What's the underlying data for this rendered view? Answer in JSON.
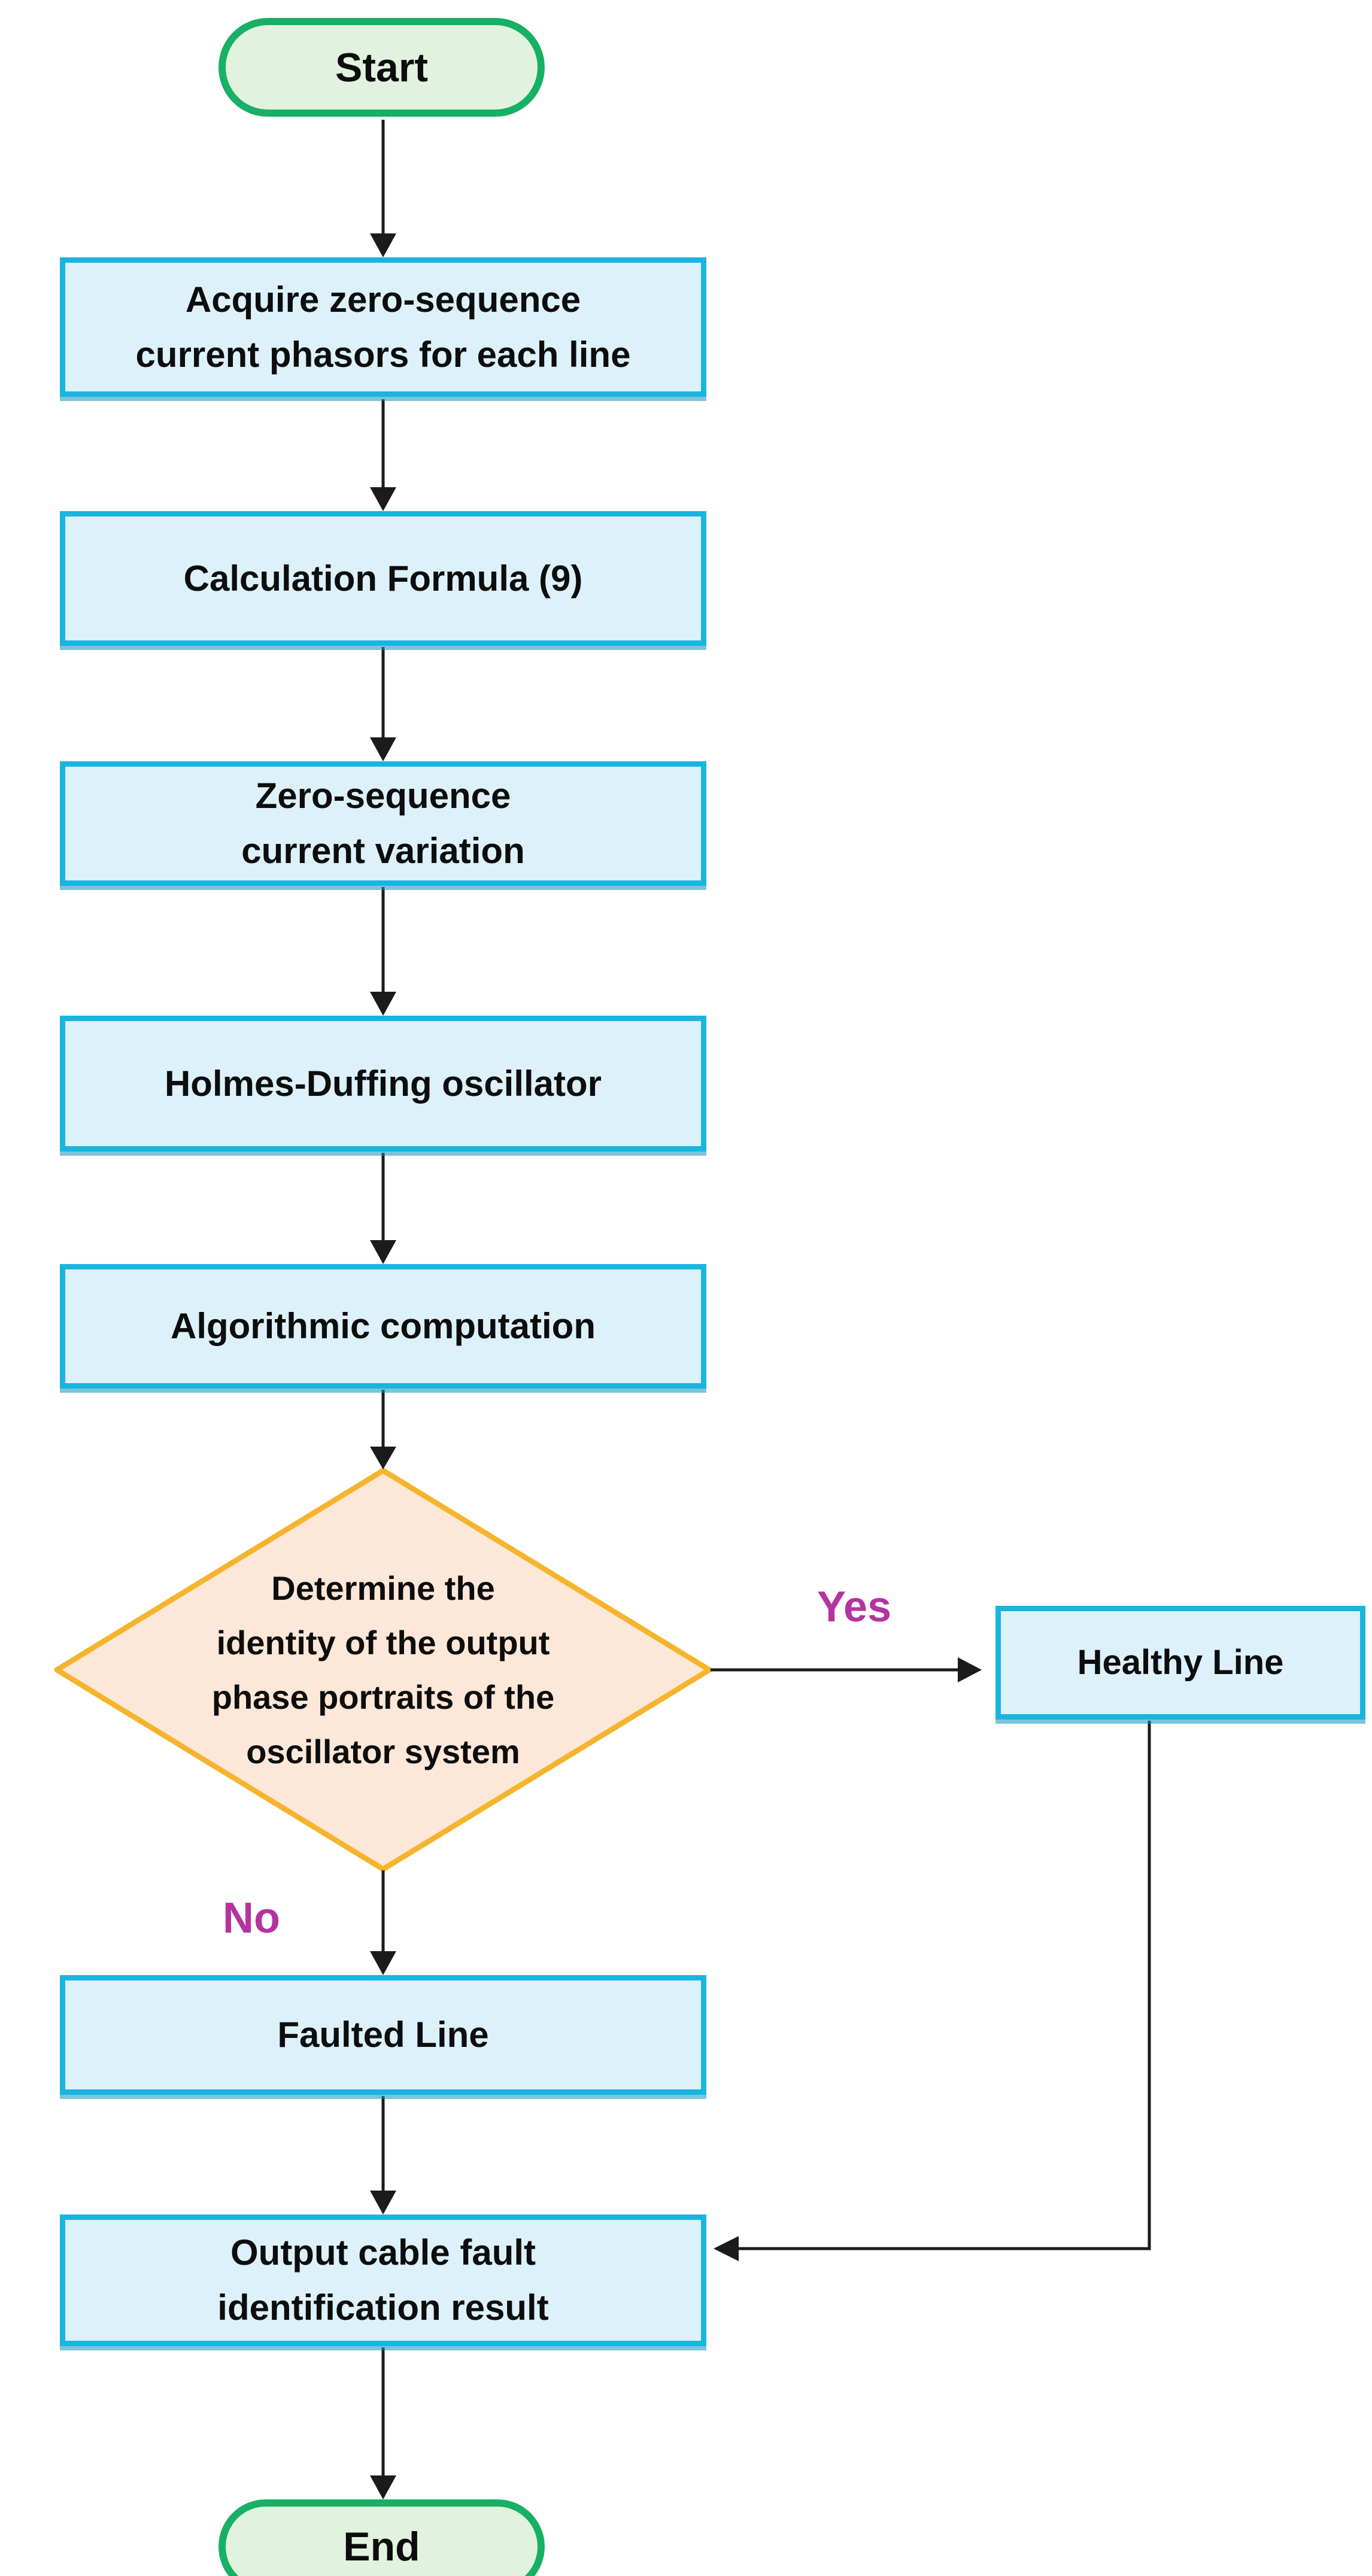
{
  "colors": {
    "process-border": "#19b5df",
    "process-fill": "#ddf1fa",
    "terminal-border": "#17b065",
    "terminal-fill": "#e1f3de",
    "decision-border": "#f5b42c",
    "decision-fill": "#fce7d8",
    "label": "#b5339f",
    "arrow": "#1b1b1b",
    "text": "#0d0d0d",
    "bg": "#ffffff"
  },
  "flowchart": {
    "start": "Start",
    "acquire": {
      "line1": "Acquire zero-sequence",
      "line2": "current phasors for each line"
    },
    "formula": "Calculation Formula (9)",
    "variation": {
      "line1": "Zero-sequence",
      "line2": "current variation"
    },
    "oscillator": "Holmes-Duffing oscillator",
    "computation": "Algorithmic computation",
    "decision": {
      "line1": "Determine the",
      "line2": "identity of the output",
      "line3": "phase portraits of the",
      "line4": "oscillator system"
    },
    "yes": "Yes",
    "no": "No",
    "healthy": "Healthy Line",
    "faulted": "Faulted Line",
    "output": {
      "line1": "Output cable fault",
      "line2": "identification result"
    },
    "end": "End"
  }
}
